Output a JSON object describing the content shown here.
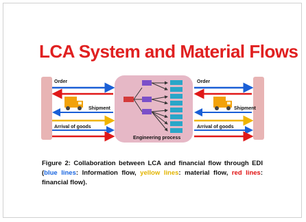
{
  "slide": {
    "title": "LCA System and Material Flows"
  },
  "diagram": {
    "labels": {
      "order_left": "Order",
      "order_right": "Order",
      "shipment_left": "Shipment",
      "shipment_right": "Shipment",
      "arrival_left": "Arrival of goods",
      "arrival_right": "Arrival of goods",
      "engineering": "Engineering process"
    },
    "colors": {
      "information_flow": "#1a5fd6",
      "material_flow": "#f0b400",
      "financial_flow": "#e01818",
      "partner_box": "#e8b4b4",
      "process_box": "#e6b8c6",
      "node_purple": "#7b4fc9",
      "node_teal": "#2aa6c8",
      "truck": "#f2a20a",
      "title": "#e02020"
    }
  },
  "caption": {
    "part1": "Figure 2: Collaboration between LCA and financial flow through EDI (",
    "blue_word": "blue lines",
    "part2": ": Information flow, ",
    "yellow_word": "yellow lines",
    "part3": ": material flow, ",
    "red_word": "red lines",
    "part4": ": financial flow)."
  }
}
